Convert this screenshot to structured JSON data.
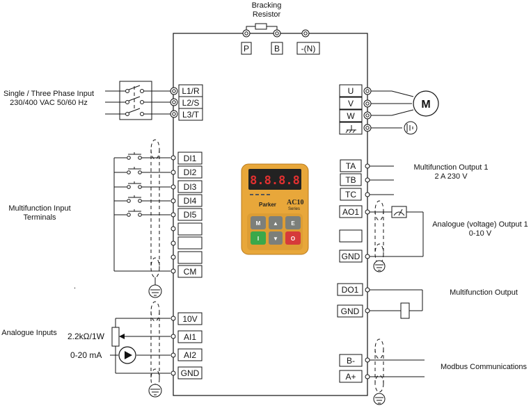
{
  "top": {
    "resistor_label_line1": "Bracking",
    "resistor_label_line2": "Resistor",
    "terminals": [
      "P",
      "B",
      "-(N)"
    ]
  },
  "power_input": {
    "label_line1": "Single / Three Phase Input",
    "label_line2": "230/400 VAC 50/60 Hz",
    "terminals": [
      "L1/R",
      "L2/S",
      "L3/T"
    ]
  },
  "motor_output": {
    "terminals": [
      "U",
      "V",
      "W"
    ],
    "motor_symbol": "M",
    "earth_icon": "earth-ground-icon"
  },
  "digital_inputs": {
    "label_line1": "Multifunction Input",
    "label_line2": "Terminals",
    "terminals": [
      "DI1",
      "DI2",
      "DI3",
      "DI4",
      "DI5",
      "",
      "",
      "",
      "CM"
    ]
  },
  "analogue_inputs": {
    "label": "Analogue Inputs",
    "resistor_value": "2.2kΩ/1W",
    "current_value": "0-20 mA",
    "terminals": [
      "10V",
      "AI1",
      "AI2",
      "GND"
    ]
  },
  "relay_output": {
    "label_line1": "Multifunction Output 1",
    "label_line2": "2 A 230 V",
    "terminals": [
      "TA",
      "TB",
      "TC"
    ]
  },
  "analogue_output": {
    "label_line1": "Analogue (voltage) Output 1",
    "label_line2": "0-10 V",
    "terminals": [
      "AO1",
      "",
      "GND"
    ]
  },
  "digital_output": {
    "label": "Multifunction Output",
    "terminals": [
      "DO1",
      "GND"
    ]
  },
  "modbus": {
    "label": "Modbus Communications",
    "terminals": [
      "B-",
      "A+"
    ]
  },
  "keypad": {
    "display": "8.8.8.8",
    "brand": "Parker",
    "model_line1": "AC10",
    "model_line2": "Series",
    "keys": [
      "M",
      "▲",
      "E",
      "I",
      "▼",
      "O"
    ]
  },
  "misc": {
    "dot": "."
  }
}
